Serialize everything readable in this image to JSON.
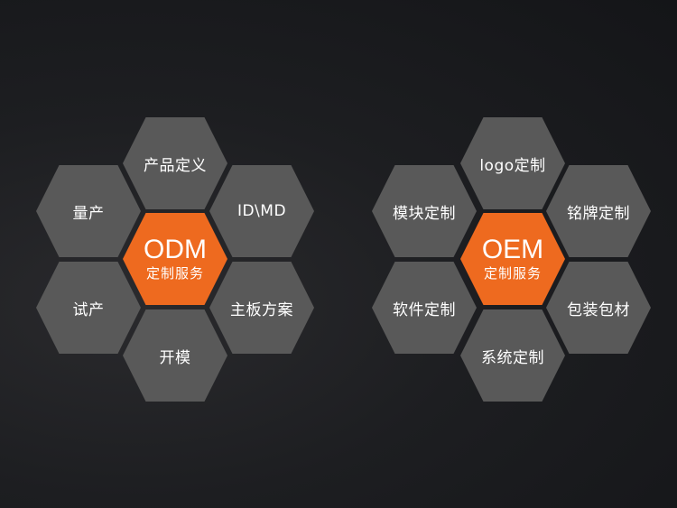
{
  "odm": {
    "center": {
      "title": "ODM",
      "subtitle": "定制服务"
    },
    "top": "产品定义",
    "upper_left": "量产",
    "upper_right": "ID\\MD",
    "lower_left": "试产",
    "lower_right": "主板方案",
    "bottom": "开模"
  },
  "oem": {
    "center": {
      "title": "OEM",
      "subtitle": "定制服务"
    },
    "top": "logo定制",
    "upper_left": "模块定制",
    "upper_right": "铭牌定制",
    "lower_left": "软件定制",
    "lower_right": "包装包材",
    "bottom": "系统定制"
  },
  "colors": {
    "hex_gray": "#595959",
    "hex_orange": "#ee6a1f",
    "background": "#1d1e21"
  }
}
